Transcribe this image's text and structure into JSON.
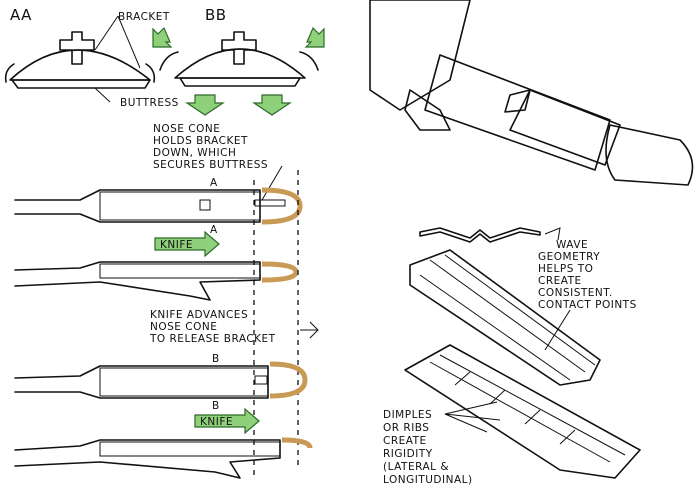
{
  "labels": {
    "section_aa": "AA",
    "section_bb": "BB",
    "bracket": "BRACKET",
    "buttress": "BUTTRESS",
    "nose_cone_note": [
      "NOSE CONE",
      "HOLDS BRACKET",
      "DOWN, WHICH",
      "SECURES BUTTRESS"
    ],
    "section_a_top": "A",
    "section_a_bottom": "A",
    "knife_1": "KNIFE",
    "knife_advances_note": [
      "KNIFE ADVANCES",
      "NOSE CONE",
      "TO RELEASE BRACKET"
    ],
    "section_b_top": "B",
    "section_b_bottom": "B",
    "knife_2": "KNIFE",
    "wave_note": [
      "WAVE",
      "GEOMETRY",
      "HELPS TO",
      "CREATE",
      "CONSISTENT.",
      "CONTACT POINTS"
    ],
    "dimples_note": [
      "DIMPLES",
      "OR RIBS",
      "CREATE",
      "RIGIDITY",
      "(LATERAL &",
      "LONGITUDINAL)"
    ]
  },
  "colors": {
    "tube_blue": "#bfe0f2",
    "buttress_yellow": "#f3ec8c",
    "nose_orange": "#e8a23a",
    "bracket_tan": "#c89a55",
    "arrow_green": "#8fd07a",
    "gray": "#cfcfcf"
  }
}
